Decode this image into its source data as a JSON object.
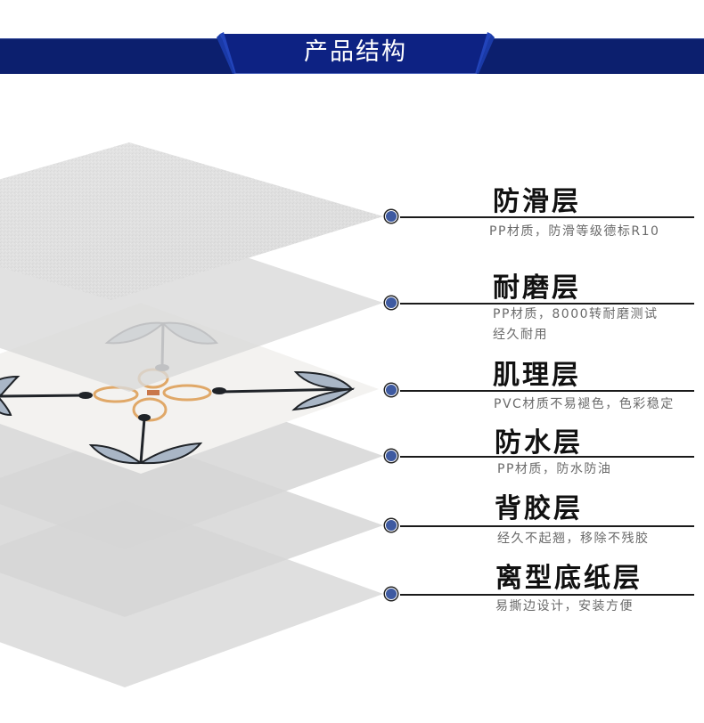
{
  "header": {
    "title": "产品结构",
    "band_color": "#0c1f6e",
    "tab_color": "#0d2283",
    "fold_color": "#1f3db3"
  },
  "layers": [
    {
      "title": "防滑层",
      "desc_lines": [
        "PP材质，防滑等级德标R10"
      ]
    },
    {
      "title": "耐磨层",
      "desc_lines": [
        "PP材质，8000转耐磨测试",
        "经久耐用"
      ]
    },
    {
      "title": "肌理层",
      "desc_lines": [
        "PVC材质不易褪色，色彩稳定"
      ]
    },
    {
      "title": "防水层",
      "desc_lines": [
        "PP材质，防水防油"
      ]
    },
    {
      "title": "背胶层",
      "desc_lines": [
        "经久不起翘，移除不残胶"
      ]
    },
    {
      "title": "离型底纸层",
      "desc_lines": [
        "易撕边设计，安装方便"
      ]
    }
  ],
  "colors": {
    "dot": "#3e5aa1",
    "title": "#111111",
    "desc": "#6a6a6a",
    "sheet_gray": "#d9d9d9",
    "pattern_leaf": "#a9b6c6",
    "pattern_ring": "#e0a868"
  }
}
